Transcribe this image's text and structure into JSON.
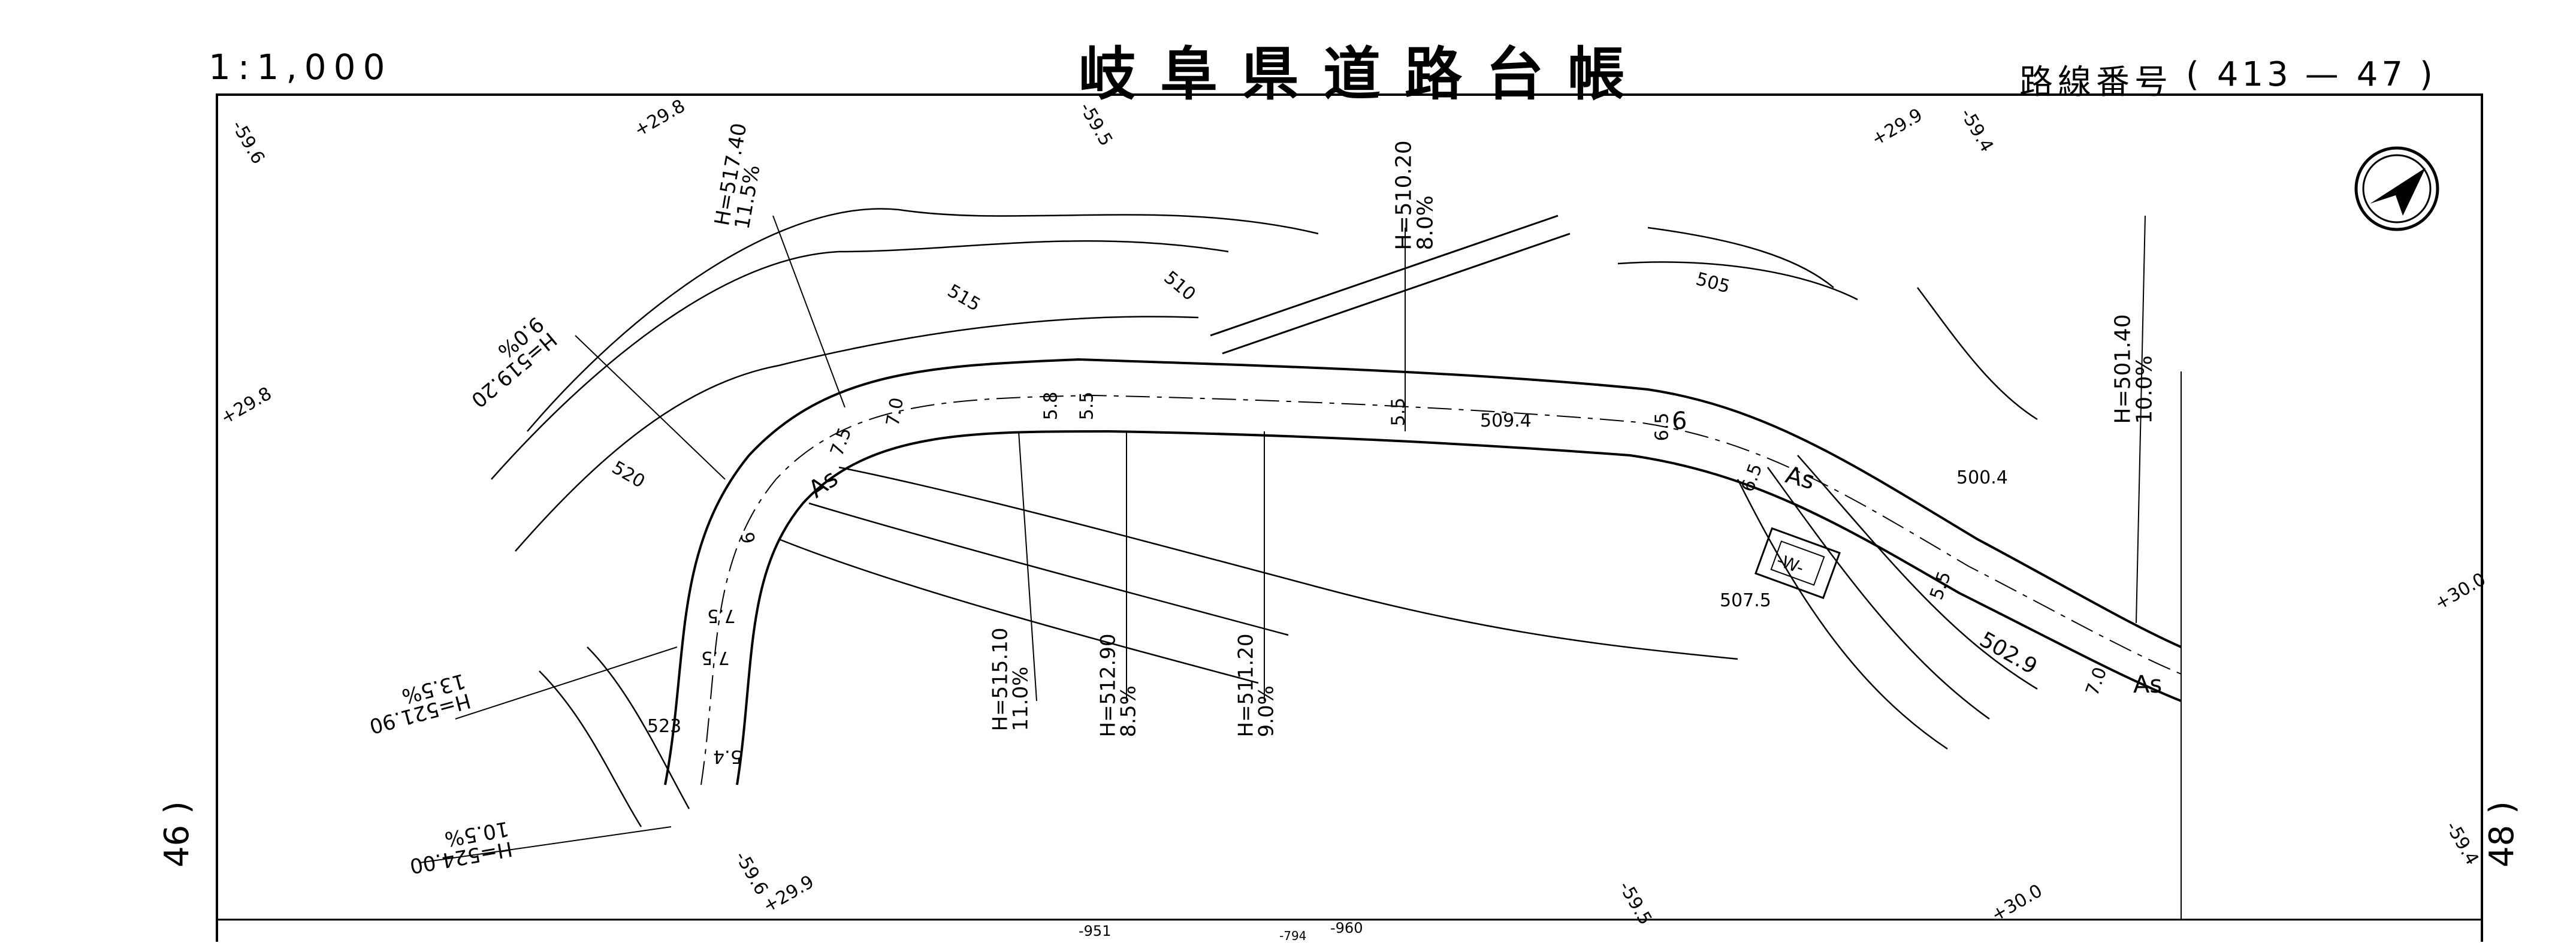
{
  "header": {
    "scale": "1:1,000",
    "title": "岐阜県道路台帳",
    "route_label": "路線番号",
    "route_open": "(",
    "route_number": "413",
    "route_dash": "—",
    "route_segment": "47",
    "route_close": ")"
  },
  "sheet_refs": {
    "left": "46 )",
    "right": "48 )"
  },
  "map": {
    "grid_labels": [
      "-59.6",
      "+29.8",
      "-59.5",
      "+29.9",
      "-59.4",
      "+30.0",
      "+29.8",
      "-59.6",
      "+29.9",
      "-59.5",
      "+30.0",
      "-59.4"
    ],
    "gradient_labels": [
      {
        "h": "H=517.40",
        "pct": "11.5%"
      },
      {
        "h": "H=510.20",
        "pct": "8.0%"
      },
      {
        "h": "H=519.20",
        "pct": "9.0%"
      },
      {
        "h": "H=501.40",
        "pct": "10.0%"
      },
      {
        "h": "H=515.10",
        "pct": "11.0%"
      },
      {
        "h": "H=512.90",
        "pct": "8.5%"
      },
      {
        "h": "H=511.20",
        "pct": "9.0%"
      },
      {
        "h": "H=521.90",
        "pct": "13.5%"
      },
      {
        "h": "H=524.00",
        "pct": "10.5%"
      }
    ],
    "contours": [
      "515",
      "510",
      "505",
      "520"
    ],
    "road_widths": [
      "7.0",
      "7.5",
      "5.8",
      "5.5",
      "5.5",
      "6.5",
      "6",
      "6.5",
      "5.5",
      "7.0",
      "6",
      "7.5",
      "7.5",
      "5.4"
    ],
    "surface_labels": [
      "As",
      "As",
      "As"
    ],
    "elevations": [
      "509.4",
      "500.4",
      "507.5",
      "502.9",
      "523"
    ],
    "building_label": "-W-",
    "bottom_strip": [
      "-951",
      "-960",
      "-794"
    ]
  }
}
